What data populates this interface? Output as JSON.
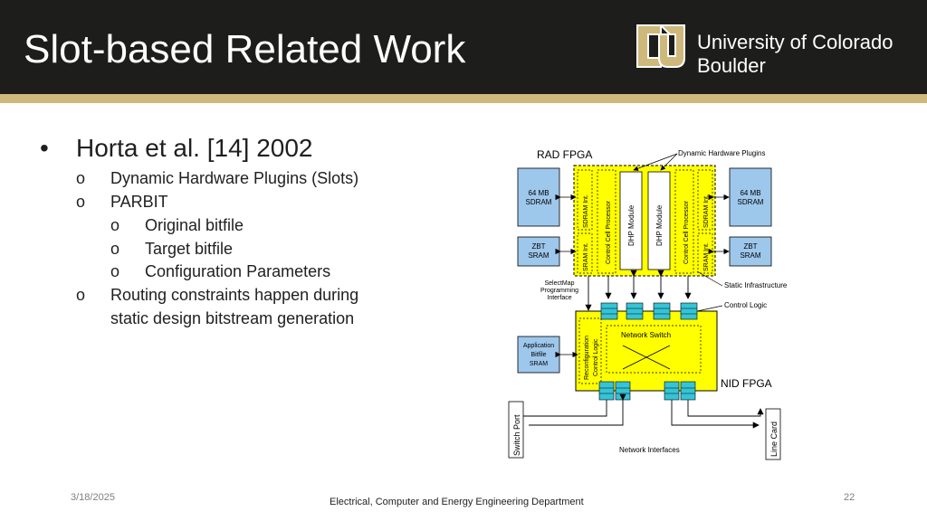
{
  "slide": {
    "title": "Slot-based Related Work",
    "logo": {
      "line1": "University of Colorado",
      "line2": "Boulder"
    },
    "bullets": {
      "main": "Horta et al. [14] 2002",
      "sub": [
        {
          "marker": "o",
          "text": "Dynamic Hardware Plugins (Slots)"
        },
        {
          "marker": "o",
          "text": "PARBIT"
        },
        {
          "marker": "o",
          "text": "Routing constraints happen during"
        },
        {
          "marker": "",
          "text": "static design bitstream generation"
        }
      ],
      "subsub": [
        {
          "marker": "o",
          "text": "Original bitfile"
        },
        {
          "marker": "o",
          "text": "Target bitfile"
        },
        {
          "marker": "o",
          "text": "Configuration Parameters"
        }
      ],
      "bullet_marker": "•"
    },
    "diagram": {
      "rad_fpga": "RAD FPGA",
      "dynamic_hardware_plugins": "Dynamic Hardware Plugins",
      "sdram_left": [
        "64 MB",
        "SDRAM"
      ],
      "sdram_right": [
        "64 MB",
        "SDRAM"
      ],
      "zbt_left": [
        "ZBT",
        "SRAM"
      ],
      "zbt_right": [
        "ZBT",
        "SRAM"
      ],
      "sdram_int": "SDRAM Int.",
      "sram_int": "SRAM Int.",
      "control_cell_processor": "Control Cell Processor",
      "dhp_module": "DHP Module",
      "selectmap": [
        "SelectMap",
        "Programming",
        "Interface"
      ],
      "static_infrastructure": "Static Infrastructure",
      "control_logic": "Control Logic",
      "network_switch": "Network Switch",
      "reconfiguration_control_logic": [
        "Reconfiguration",
        "Control Logic"
      ],
      "application_bitfile_sram": [
        "Application",
        "Bitfile",
        "SRAM"
      ],
      "nid_fpga": "NID FPGA",
      "switch_port": "Switch Port",
      "line_card": "Line Card",
      "network_interfaces": "Network Interfaces"
    },
    "footer": {
      "date": "3/18/2025",
      "department": "Electrical, Computer and Energy Engineering Department",
      "page_number": "22"
    },
    "colors": {
      "header_bg": "#1d1d1b",
      "gold": "#cfb87c",
      "fpga_yellow": "#ffff00",
      "memory_blue": "#9ec7ec",
      "buffer_cyan": "#35c4d6"
    }
  }
}
